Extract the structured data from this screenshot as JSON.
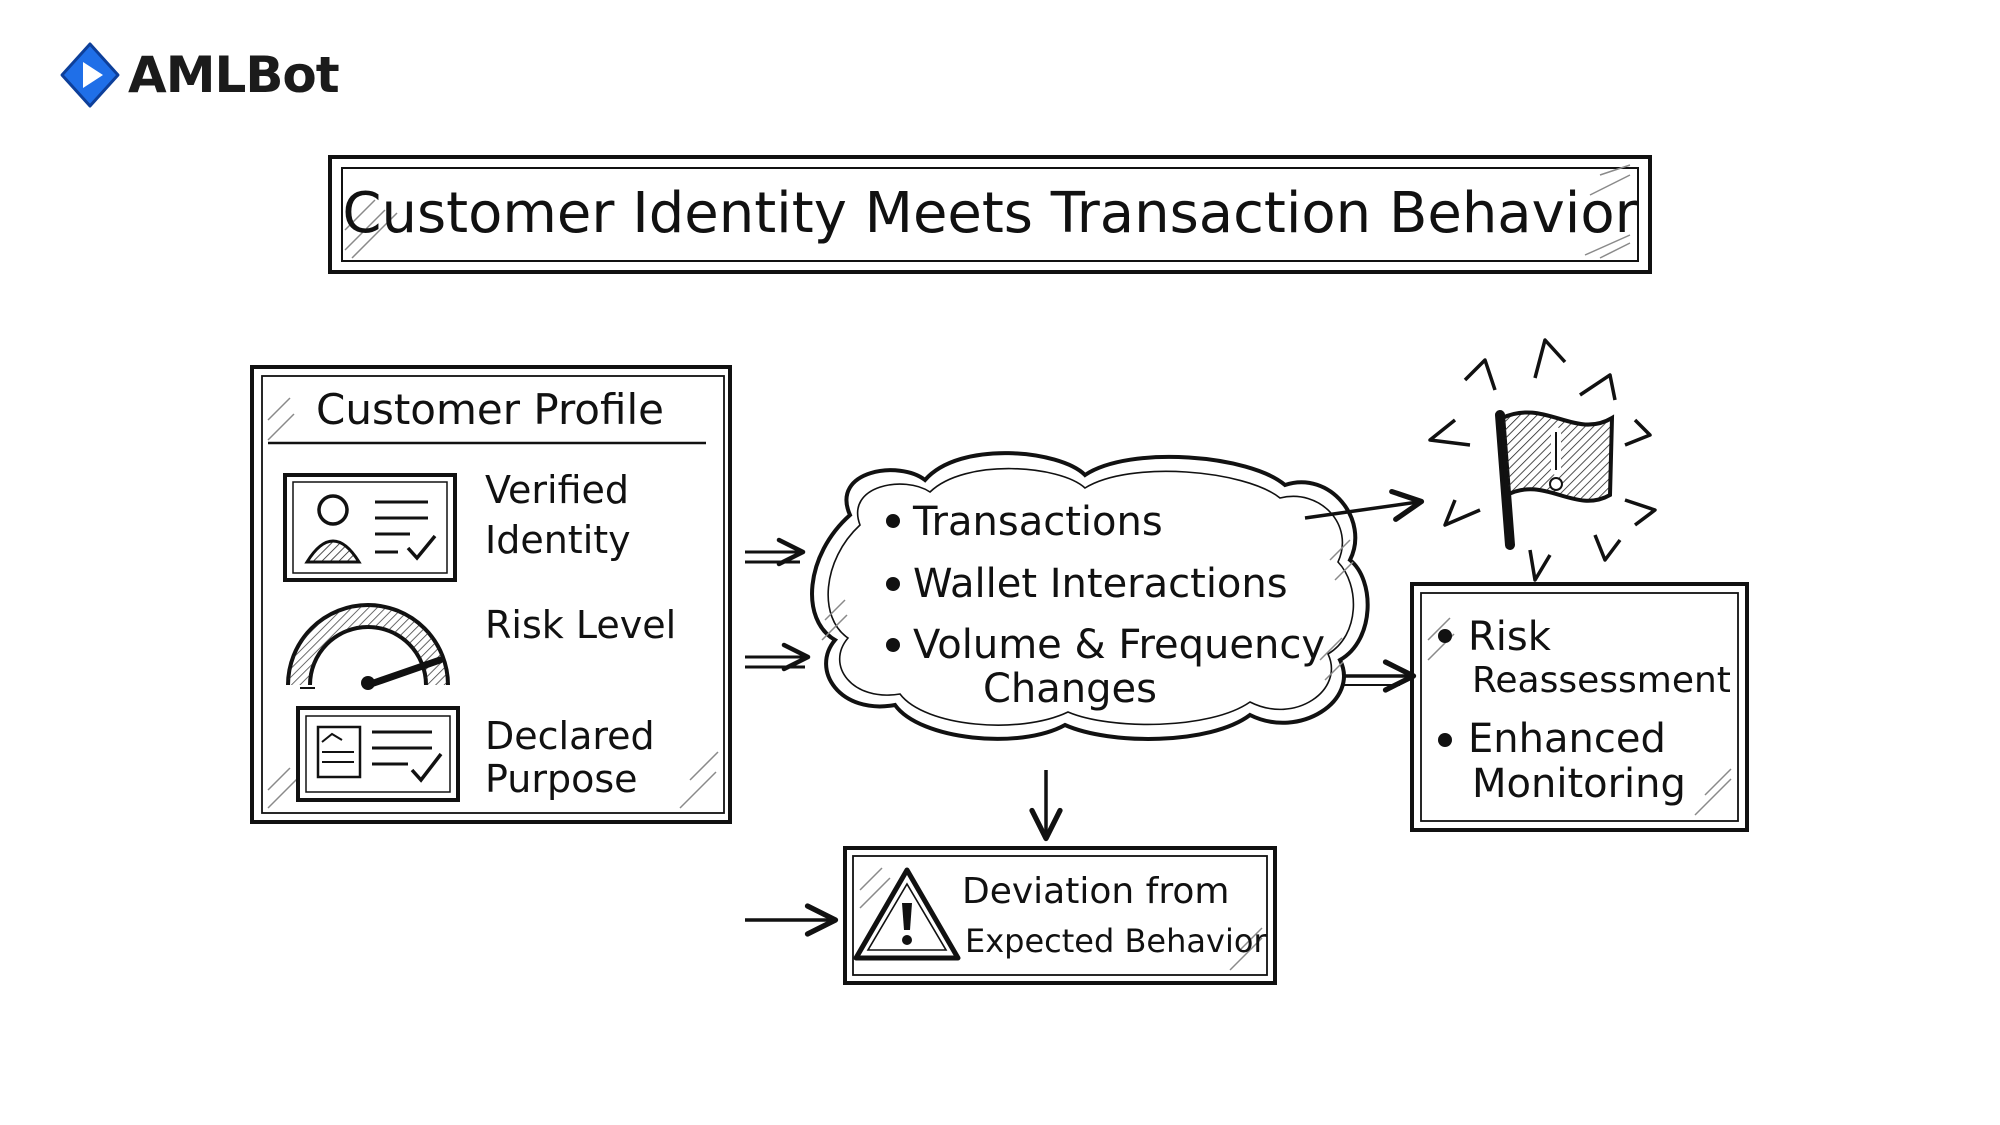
{
  "brand": {
    "name": "AMLBot",
    "logo_icon": "diamond-play-icon",
    "accent": "#1f6fe8"
  },
  "title": "Customer Identity Meets Transaction Behavior",
  "profile": {
    "heading": "Customer Profile",
    "items": [
      {
        "line1": "Verified",
        "line2": "Identity",
        "icon": "id-card-icon"
      },
      {
        "line1": "Risk Level",
        "line2": "",
        "icon": "gauge-icon"
      },
      {
        "line1": "Declared",
        "line2": "Purpose",
        "icon": "document-check-icon"
      }
    ]
  },
  "behavior": {
    "items": [
      {
        "line1": "Transactions",
        "line2": ""
      },
      {
        "line1": "Wallet Interactions",
        "line2": ""
      },
      {
        "line1": "Volume & Frequency",
        "line2": "Changes"
      }
    ]
  },
  "alert": {
    "icon": "warning-flag-icon"
  },
  "actions": {
    "items": [
      {
        "line1": "Risk",
        "line2": "Reassessment"
      },
      {
        "line1": "Enhanced",
        "line2": "Monitoring"
      }
    ]
  },
  "deviation": {
    "line1": "Deviation from",
    "line2": "Expected Behavior",
    "icon": "warning-triangle-icon"
  },
  "colors": {
    "ink": "#111111",
    "hatch": "#8a8a8a",
    "background": "#ffffff"
  }
}
